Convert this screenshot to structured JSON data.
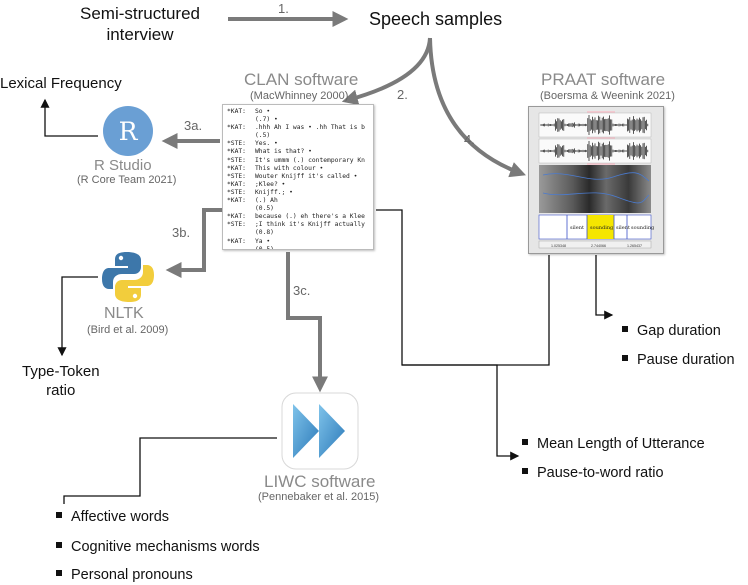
{
  "top": {
    "interview": [
      "Semi-structured",
      "interview"
    ],
    "speech_samples": "Speech samples"
  },
  "steps": {
    "s1": "1.",
    "s2": "2.",
    "s3a": "3a.",
    "s3b": "3b.",
    "s3c": "3c.",
    "s4": "4."
  },
  "clan": {
    "title": "CLAN software",
    "cite": "(MacWhinney 2000)",
    "transcript": [
      {
        "sp": "*KAT:",
        "tx": "So •"
      },
      {
        "sp": "",
        "tx": "(.7) •"
      },
      {
        "sp": "*KAT:",
        "tx": ".hhh Ah I was • .hh That is b"
      },
      {
        "sp": "",
        "tx": "(.5)"
      },
      {
        "sp": "*STE:",
        "tx": "Yes. •"
      },
      {
        "sp": "*KAT:",
        "tx": "What is that? •"
      },
      {
        "sp": "*STE:",
        "tx": "It's ummm (.) contemporary Kn"
      },
      {
        "sp": "*KAT:",
        "tx": "This with colour •"
      },
      {
        "sp": "*STE:",
        "tx": "Wouter Knijff it's called •"
      },
      {
        "sp": "*KAT:",
        "tx": ";Klee? •"
      },
      {
        "sp": "*STE:",
        "tx": "Knijff.; •"
      },
      {
        "sp": "*KAT:",
        "tx": "(.) Ah"
      },
      {
        "sp": "",
        "tx": "(0.5)"
      },
      {
        "sp": "*KAT:",
        "tx": "because (.) eh there's a Klee"
      },
      {
        "sp": "*STE:",
        "tx": ";I think it's Knijff actually"
      },
      {
        "sp": "",
        "tx": "(0.8)"
      },
      {
        "sp": "*KAT:",
        "tx": "Ya •"
      },
      {
        "sp": "",
        "tx": "(0.5)"
      }
    ]
  },
  "praat": {
    "title": "PRAAT software",
    "cite": "(Boersma & Weenink 2021)",
    "tiers": [
      "silent",
      "sounding",
      "silent",
      "sounding"
    ],
    "times": [
      "1.025348",
      "2.744066",
      "1.265437"
    ]
  },
  "r": {
    "glyph": "R",
    "title": "R Studio",
    "cite": "(R Core Team 2021)",
    "output": "Lexical Frequency"
  },
  "nltk": {
    "title": "NLTK",
    "cite": "(Bird et al. 2009)",
    "output": [
      "Type-Token",
      "ratio"
    ]
  },
  "liwc": {
    "title": "LIWC software",
    "cite": "(Pennebaker et al. 2015)",
    "outputs": [
      "Affective words",
      "Cognitive mechanisms words",
      "Personal pronouns"
    ]
  },
  "praat_outputs": [
    "Gap duration",
    "Pause duration"
  ],
  "clan_outputs": [
    "Mean Length of Utterance",
    "Pause-to-word ratio"
  ],
  "colors": {
    "arrow_gray": "#7a7a7a",
    "r_blue": "#6a9fd4",
    "python_blue": "#3d77aa",
    "python_yellow": "#f2cd3c",
    "liwc_blue": "#3b8fc8",
    "praat_highlight": "#f5e600"
  }
}
